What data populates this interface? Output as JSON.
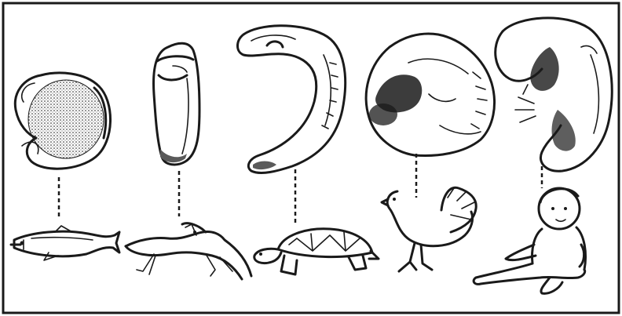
{
  "figure": {
    "background": "#ffffff",
    "ink": "#1a1a1a",
    "columns": [
      {
        "embryo": "fish-embryo",
        "adult": "fish"
      },
      {
        "embryo": "salamander-embryo",
        "adult": "salamander"
      },
      {
        "embryo": "turtle-embryo",
        "adult": "turtle"
      },
      {
        "embryo": "chick-embryo",
        "adult": "chicken"
      },
      {
        "embryo": "human-embryo",
        "adult": "human-baby"
      }
    ]
  }
}
